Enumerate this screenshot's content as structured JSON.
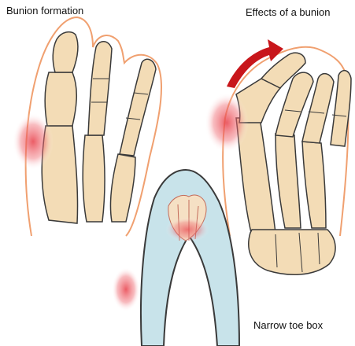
{
  "labels": {
    "bunion_formation": "Bunion formation",
    "effects_of_bunion": "Effects of a bunion",
    "narrow_toe_box": "Narrow toe box"
  },
  "colors": {
    "bone_fill": "#f3dcb6",
    "bone_stroke": "#3a3a3a",
    "skin_outline": "#f0a070",
    "inflammation": "#e8404a",
    "arrow": "#c8161b",
    "shoe_fill": "#c8e3ea"
  }
}
